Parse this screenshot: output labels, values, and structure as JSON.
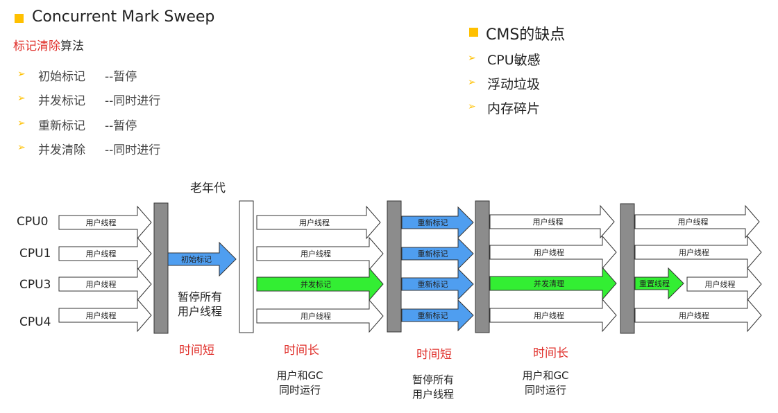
{
  "left": {
    "title": "Concurrent Mark Sweep",
    "subtitle_red": "标记清除",
    "subtitle_rest": "算法",
    "steps": [
      {
        "name": "初始标记",
        "desc": "--暂停"
      },
      {
        "name": "并发标记",
        "desc": "--同时进行"
      },
      {
        "name": "重新标记",
        "desc": "--暂停"
      },
      {
        "name": "并发清除",
        "desc": "--同时进行"
      }
    ]
  },
  "right": {
    "title": "CMS的缺点",
    "items": [
      "CPU敏感",
      "浮动垃圾",
      "内存碎片"
    ]
  },
  "diagram": {
    "header": "老年代",
    "cpus": [
      "CPU0",
      "CPU1",
      "CPU3",
      "CPU4"
    ],
    "user_thread": "用户线程",
    "phase_initial": "初始标记",
    "phase_concurrent_mark": "并发标记",
    "phase_remark": "重新标记",
    "phase_concurrent_sweep": "并发清理",
    "phase_reset": "重置线程",
    "pause_label_line1": "暂停所有",
    "pause_label_line2": "用户线程",
    "time_short": "时间短",
    "time_long": "时间长",
    "concurrent_line1": "用户和GC",
    "concurrent_line2": "同时运行",
    "colors": {
      "blue": "#4f9ef0",
      "green": "#33ee33",
      "gray": "#8c8c8c",
      "red": "#e0302b",
      "bullet": "#ffc000"
    }
  }
}
